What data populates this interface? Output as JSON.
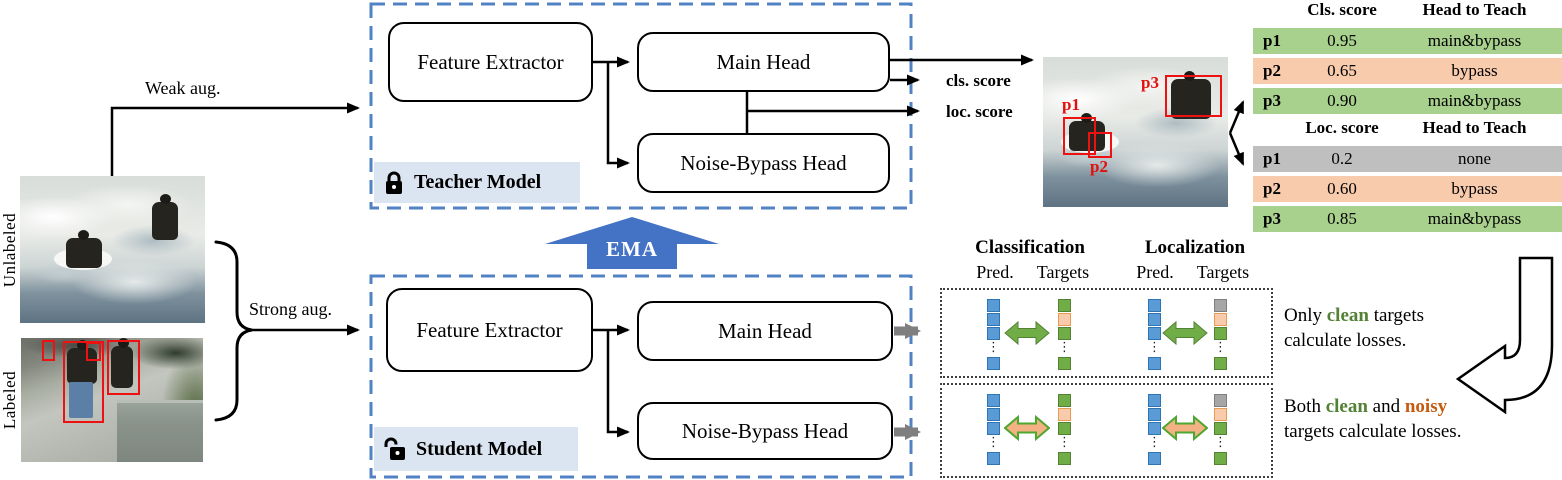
{
  "colors": {
    "accent_blue": "#4472c4",
    "dashed_border_blue": "#5183c4",
    "label_bg_blue": "#dbe5f1",
    "clean": "#a9d18e",
    "noisy": "#f8cbad",
    "none": "#bfbfbf",
    "pred_blue": "#5b9bd5",
    "target_green": "#70ad47",
    "clean_text_green": "#538135",
    "noisy_text_orange": "#c55a11",
    "bbox_red": "#ee1111"
  },
  "left": {
    "unlabeled_label": "Unlabeled",
    "labeled_label": "Labeled",
    "weak_aug": "Weak aug.",
    "strong_aug": "Strong aug."
  },
  "teacher": {
    "title": "Teacher Model",
    "feature_extractor": "Feature Extractor",
    "main_head": "Main Head",
    "noise_bypass_head": "Noise-Bypass Head",
    "cls_score": "cls. score",
    "loc_score": "loc. score"
  },
  "student": {
    "title": "Student Model",
    "feature_extractor": "Feature Extractor",
    "main_head": "Main Head",
    "noise_bypass_head": "Noise-Bypass Head"
  },
  "ema_label": "EMA",
  "pseudo_labels": {
    "p1": "p1",
    "p2": "p2",
    "p3": "p3"
  },
  "tables": {
    "cls": {
      "score_header": "Cls. score",
      "teach_header": "Head to Teach",
      "rows": [
        {
          "id": "p1",
          "score": "0.95",
          "teach": "main&bypass",
          "status": "clean"
        },
        {
          "id": "p2",
          "score": "0.65",
          "teach": "bypass",
          "status": "noisy"
        },
        {
          "id": "p3",
          "score": "0.90",
          "teach": "main&bypass",
          "status": "clean"
        }
      ]
    },
    "loc": {
      "score_header": "Loc. score",
      "teach_header": "Head to Teach",
      "rows": [
        {
          "id": "p1",
          "score": "0.2",
          "teach": "none",
          "status": "none"
        },
        {
          "id": "p2",
          "score": "0.60",
          "teach": "bypass",
          "status": "noisy"
        },
        {
          "id": "p3",
          "score": "0.85",
          "teach": "main&bypass",
          "status": "clean"
        }
      ]
    }
  },
  "loss_panel": {
    "classification_header": "Classification",
    "localization_header": "Localization",
    "pred_header": "Pred.",
    "targets_header": "Targets",
    "main_row": {
      "cls_pred": [
        "blue",
        "blue",
        "blue",
        "dots",
        "blue"
      ],
      "cls_targets": [
        "green",
        "orange",
        "green",
        "dots",
        "green"
      ],
      "loc_pred": [
        "blue",
        "blue",
        "blue",
        "dots",
        "blue"
      ],
      "loc_targets": [
        "gray",
        "orange",
        "green",
        "dots",
        "green"
      ]
    },
    "bypass_row": {
      "cls_pred": [
        "blue",
        "blue",
        "blue",
        "dots",
        "blue"
      ],
      "cls_targets": [
        "green",
        "orange",
        "green",
        "dots",
        "green"
      ],
      "loc_pred": [
        "blue",
        "blue",
        "blue",
        "dots",
        "blue"
      ],
      "loc_targets": [
        "gray",
        "orange",
        "green",
        "dots",
        "green"
      ]
    },
    "note1": {
      "part1": "Only ",
      "clean": "clean",
      "part2": " targets",
      "line2": "calculate losses."
    },
    "note2": {
      "part1": "Both ",
      "clean": "clean",
      "part2": " and ",
      "noisy": "noisy",
      "line2": "targets calculate losses."
    }
  }
}
